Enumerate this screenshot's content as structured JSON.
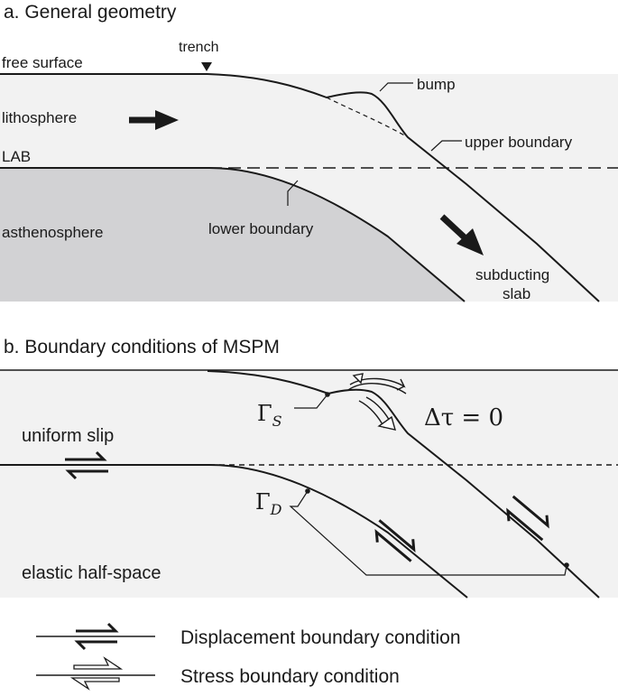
{
  "panel_a": {
    "title": "a. General geometry",
    "labels": {
      "free_surface": "free surface",
      "trench": "trench",
      "lithosphere": "lithosphere",
      "lab": "LAB",
      "asthenosphere": "asthenosphere",
      "bump": "bump",
      "upper_boundary": "upper boundary",
      "lower_boundary": "lower boundary",
      "subducting": "subducting",
      "slab": "slab"
    }
  },
  "panel_b": {
    "title": "b. Boundary conditions of MSPM",
    "labels": {
      "uniform_slip": "uniform slip",
      "elastic_half_space": "elastic half-space",
      "gamma_s_main": "Γ",
      "gamma_s_sub": "S",
      "gamma_d_main": "Γ",
      "gamma_d_sub": "D",
      "delta_tau": "Δτ = 0"
    }
  },
  "legend": {
    "displacement": "Displacement boundary condition",
    "stress": "Stress boundary condition"
  },
  "colors": {
    "lithosphere": "#f2f2f2",
    "asthenosphere": "#d2d2d4",
    "line": "#1a1a1a"
  }
}
